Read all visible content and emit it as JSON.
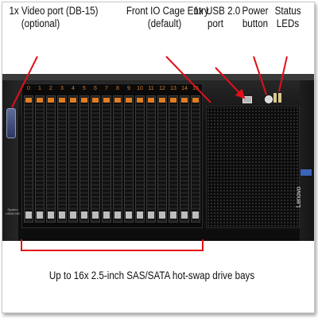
{
  "labels": {
    "video_port": [
      "1x Video port (DB-15)",
      "(optional)"
    ],
    "front_io": [
      "Front IO Cage Entry",
      "(default)"
    ],
    "usb": [
      "1x USB 2.0",
      "port"
    ],
    "power": [
      "Power",
      "button"
    ],
    "status": [
      "Status",
      "LEDs"
    ],
    "drive_bays": "Up to 16x 2.5-inch SAS/SATA hot-swap drive bays"
  },
  "server": {
    "bay_numbers": [
      "0",
      "1",
      "2",
      "3",
      "4",
      "5",
      "6",
      "7",
      "8",
      "9",
      "10",
      "11",
      "12",
      "13",
      "14",
      "15"
    ],
    "brand": "Lenovo",
    "model_text": "System x3650 M5"
  },
  "colors": {
    "annotation": "#e0101a",
    "bay_latch": "#e27d22",
    "accent_tab": "#3b64b8"
  }
}
